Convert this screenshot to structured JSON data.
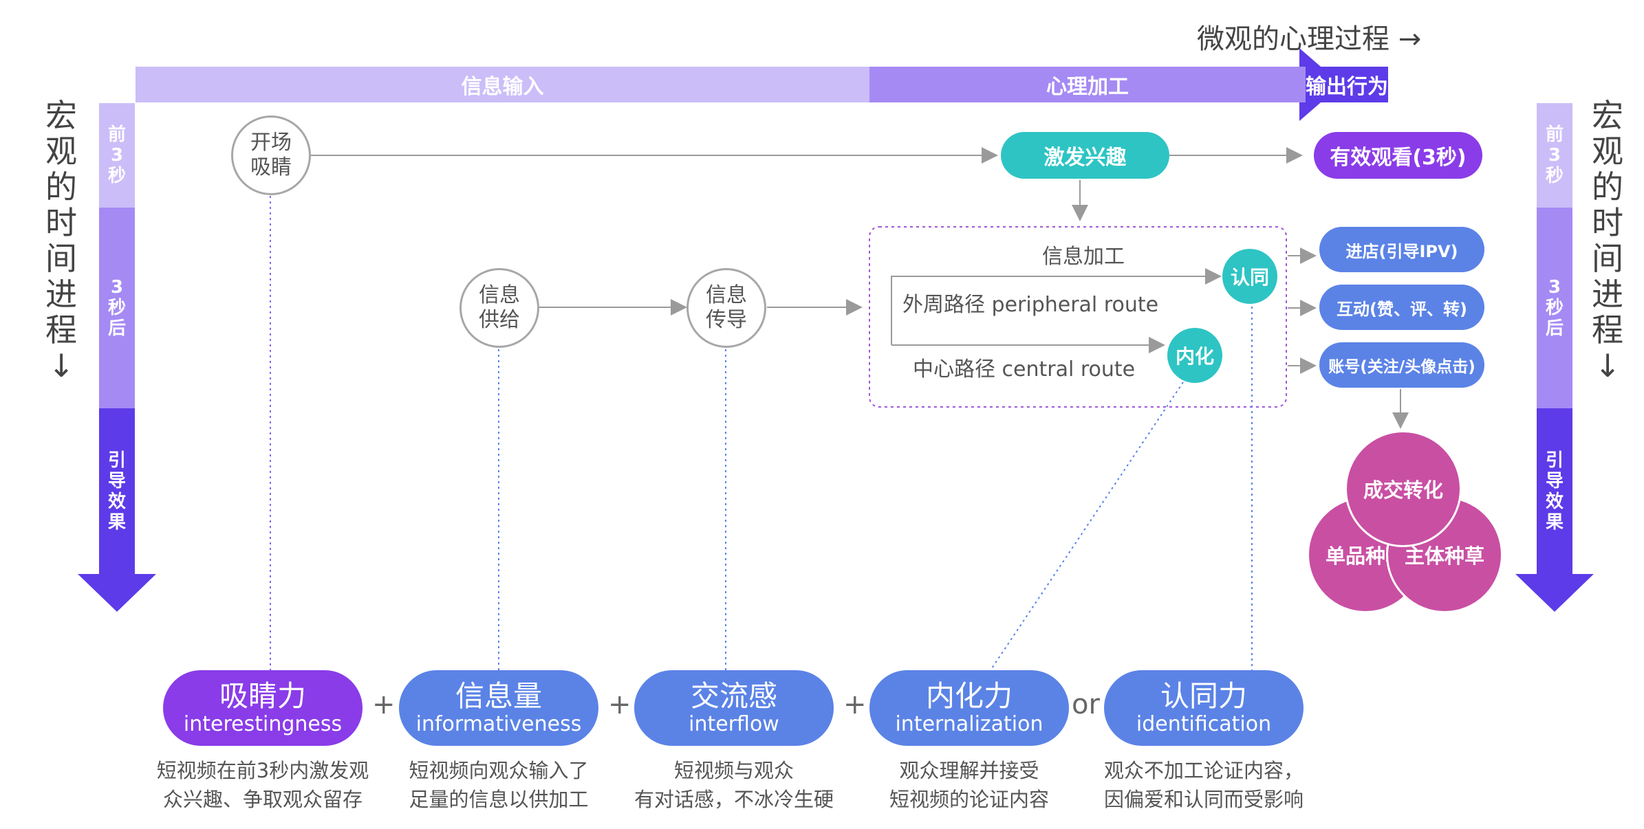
{
  "top_axis_label": "微观的心理过程 →",
  "left_axis_label": [
    "宏",
    "观",
    "的",
    "时",
    "间",
    "进",
    "程",
    "↓"
  ],
  "right_axis_label": [
    "宏",
    "观",
    "的",
    "时",
    "间",
    "进",
    "程",
    "↓"
  ],
  "top_bar": [
    "信息输入",
    "心理加工",
    "输出行为"
  ],
  "side_bar": [
    "前\n3\n秒",
    "3\n秒\n后",
    "引\n导\n效\n果"
  ],
  "nodes": {
    "opening": "开场\n吸睛",
    "info_supply": "信息\n供给",
    "info_transfer": "信息\n传导",
    "stimulate_interest": "激发兴趣",
    "effective_watch": "有效观看(3秒)",
    "info_processing": "信息加工",
    "peripheral_route": "外周路径 peripheral route",
    "central_route": "中心路径 central route",
    "identify": "认同",
    "internalize": "内化",
    "enter_store": "进店(引导IPV)",
    "interact": "互动(赞、评、转)",
    "account": "账号(关注/头像点击)",
    "deal_conversion": "成交转化",
    "product_seeding": "单品种草",
    "brand_seeding": "主体种草"
  },
  "bottom_pills": [
    {
      "zh": "吸睛力",
      "en": "interestingness",
      "desc": "短视频在前3秒内激发观\n众兴趣、争取观众留存"
    },
    {
      "zh": "信息量",
      "en": "informativeness",
      "desc": "短视频向观众输入了\n足量的信息以供加工"
    },
    {
      "zh": "交流感",
      "en": "interflow",
      "desc": "短视频与观众\n有对话感，不冰冷生硬"
    },
    {
      "zh": "内化力",
      "en": "internalization",
      "desc": "观众理解并接受\n短视频的论证内容"
    },
    {
      "zh": "认同力",
      "en": "identification",
      "desc": "观众不加工论证内容，\n因偏爱和认同而受影响"
    }
  ],
  "operators": [
    "+",
    "+",
    "+",
    "or"
  ],
  "colors": {
    "light_purple": "#cbbdf8",
    "mid_purple": "#a58af4",
    "deep_purple": "#5d3be8",
    "teal": "#2ec4c4",
    "violet": "#8a3ce8",
    "blue": "#5b83e6",
    "magenta": "#c94fa3"
  }
}
